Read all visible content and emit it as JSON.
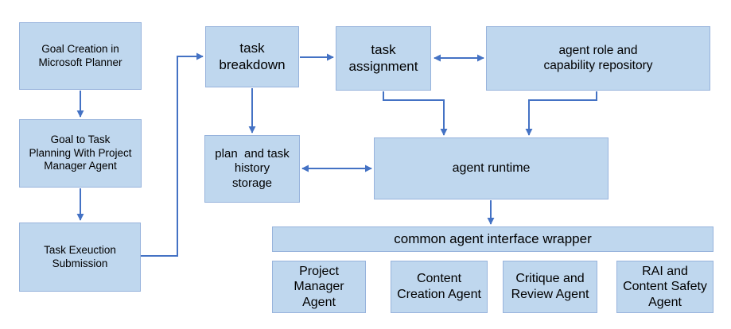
{
  "diagram": {
    "type": "flowchart",
    "colors": {
      "background": "#FFFFFF",
      "box_fill": "#BFD7EE",
      "box_border": "#97B3DC",
      "arrow": "#4472C4",
      "text": "#000000"
    },
    "nodes": {
      "goal_creation": {
        "label": [
          "Goal Creation in",
          "Microsoft Planner"
        ]
      },
      "goal_to_task": {
        "label": [
          "Goal to Task",
          "Planning With Project",
          "Manager Agent"
        ]
      },
      "task_execution_submission": {
        "label": [
          "Task Exeuction",
          "Submission"
        ]
      },
      "task_breakdown": {
        "label": [
          "task",
          "breakdown"
        ]
      },
      "task_assignment": {
        "label": [
          "task",
          "assignment"
        ]
      },
      "agent_role_repository": {
        "label": [
          "agent role and",
          "capability repository"
        ]
      },
      "plan_task_history_storage": {
        "label": [
          "plan  and task",
          "history",
          "storage"
        ]
      },
      "agent_runtime": {
        "label": [
          "agent runtime"
        ]
      },
      "interface_wrapper": {
        "label": [
          "common agent interface wrapper"
        ]
      },
      "project_manager_agent": {
        "label": [
          "Project",
          "Manager",
          "Agent"
        ]
      },
      "content_creation_agent": {
        "label": [
          "Content",
          "Creation Agent"
        ]
      },
      "critique_review_agent": {
        "label": [
          "Critique and",
          "Review Agent"
        ]
      },
      "rai_content_safety_agent": {
        "label": [
          "RAI and",
          "Content Safety",
          "Agent"
        ]
      }
    },
    "edges": [
      {
        "from": "goal-creation",
        "to": "goal-to-task-planning",
        "style": "arrow"
      },
      {
        "from": "goal-to-task-planning",
        "to": "task-execution-submission",
        "style": "arrow"
      },
      {
        "from": "task-execution-submission",
        "to": "task-breakdown",
        "style": "arrow"
      },
      {
        "from": "task-breakdown",
        "to": "task-assignment",
        "style": "arrow"
      },
      {
        "from": "task-breakdown",
        "to": "plan-and-task-history-storage",
        "style": "arrow"
      },
      {
        "from": "task-assignment",
        "to": "agent-role-and-capability-repository",
        "style": "double-arrow"
      },
      {
        "from": "task-assignment",
        "to": "agent-runtime",
        "style": "arrow"
      },
      {
        "from": "agent-role-and-capability-repository",
        "to": "agent-runtime",
        "style": "arrow"
      },
      {
        "from": "plan-and-task-history-storage",
        "to": "agent-runtime",
        "style": "double-arrow"
      },
      {
        "from": "agent-runtime",
        "to": "common-agent-interface-wrapper",
        "style": "arrow"
      }
    ]
  }
}
